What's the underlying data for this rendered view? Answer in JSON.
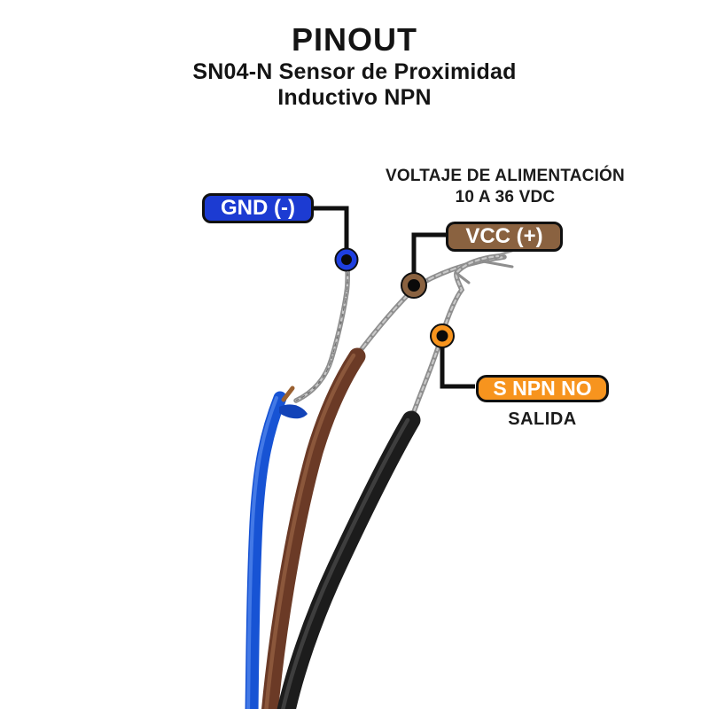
{
  "header": {
    "title": "PINOUT",
    "subtitle1": "SN04-N Sensor de Proximidad",
    "subtitle2": "Inductivo NPN"
  },
  "supply_note": {
    "line1": "VOLTAJE DE ALIMENTACIÓN",
    "line2": "10 A 36 VDC"
  },
  "output_note": {
    "label": "SALIDA"
  },
  "pins": [
    {
      "id": "gnd",
      "label": "GND (-)",
      "box_color": "#1c3bd2",
      "dot_color": "#1e3fe0",
      "wire_color": "#1753d4"
    },
    {
      "id": "vcc",
      "label": "VCC (+)",
      "box_color": "#8a6240",
      "dot_color": "#8a6240",
      "wire_color": "#6b3a26"
    },
    {
      "id": "salida",
      "label": "S NPN NO",
      "box_color": "#f7941e",
      "dot_color": "#f7941e",
      "wire_color": "#1c1c1c"
    }
  ],
  "colors": {
    "stripped_strand": "#8e8e8e",
    "leader_line": "#101010",
    "text": "#141414",
    "background": "#ffffff"
  }
}
